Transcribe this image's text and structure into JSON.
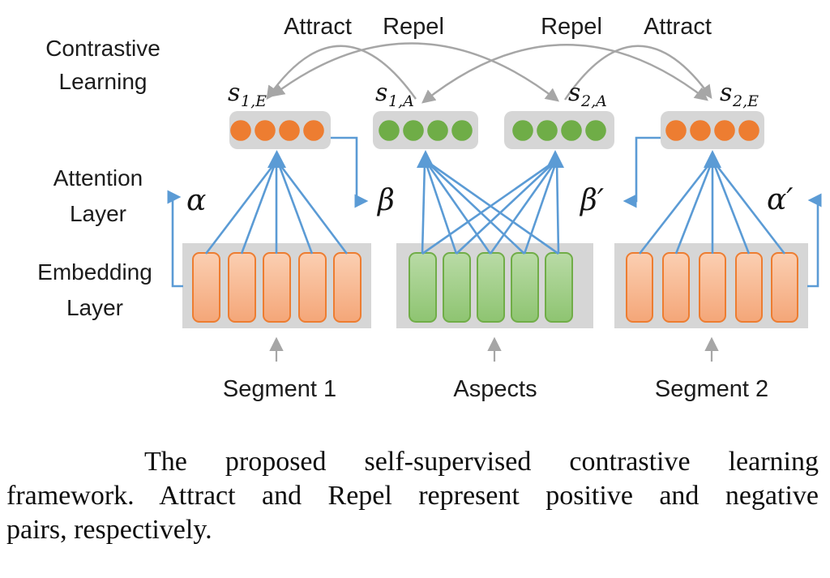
{
  "figure": {
    "layer_labels": {
      "contrastive": [
        "Contrastive",
        "Learning"
      ],
      "attention": [
        "Attention",
        "Layer"
      ],
      "embedding": [
        "Embedding",
        "Layer"
      ]
    },
    "pair_labels": [
      {
        "label": "Attract"
      },
      {
        "label": "Repel"
      },
      {
        "label": "Repel"
      },
      {
        "label": "Attract"
      }
    ],
    "state_labels": [
      {
        "main": "s",
        "sub": "1,E"
      },
      {
        "main": "s",
        "sub": "1,A"
      },
      {
        "main": "s",
        "sub": "2,A"
      },
      {
        "main": "s",
        "sub": "2,E"
      }
    ],
    "weight_labels": {
      "alpha": "α",
      "beta": "β",
      "beta_prime": "β′",
      "alpha_prime": "α′"
    },
    "input_labels": [
      "Segment 1",
      "Aspects",
      "Segment 2"
    ],
    "units": {
      "attention_dots_per_box": 4,
      "embedding_cells_per_box": 5
    }
  },
  "caption": {
    "lines": [
      "The proposed self-supervised contrastive learning",
      "framework. Attract and Repel represent positive and negative",
      "pairs, respectively."
    ]
  },
  "colors": {
    "orange": "#ed7d31",
    "green": "#70ad47",
    "blue": "#5b9bd5",
    "container_gray": "#d6d6d6",
    "arrow_gray": "#a6a6a6",
    "text": "#1c1c1c"
  }
}
